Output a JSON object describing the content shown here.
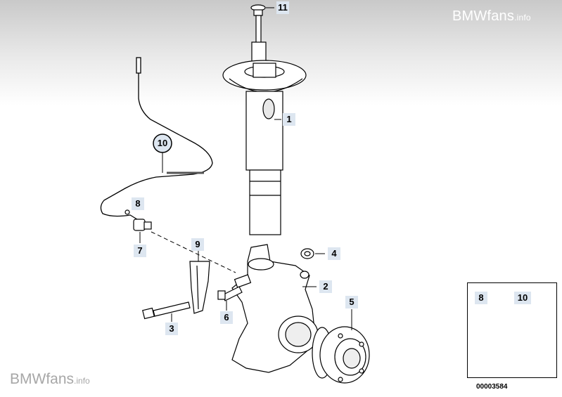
{
  "watermark": {
    "brand": "BMWfans",
    "suffix": ".info"
  },
  "callouts": {
    "c1": "1",
    "c2": "2",
    "c3": "3",
    "c4": "4",
    "c5": "5",
    "c6": "6",
    "c7": "7",
    "c8": "8",
    "c9": "9",
    "c10": "10",
    "c11": "11"
  },
  "inset": {
    "c8": "8",
    "c10": "10",
    "diagram_number": "00003584"
  }
}
